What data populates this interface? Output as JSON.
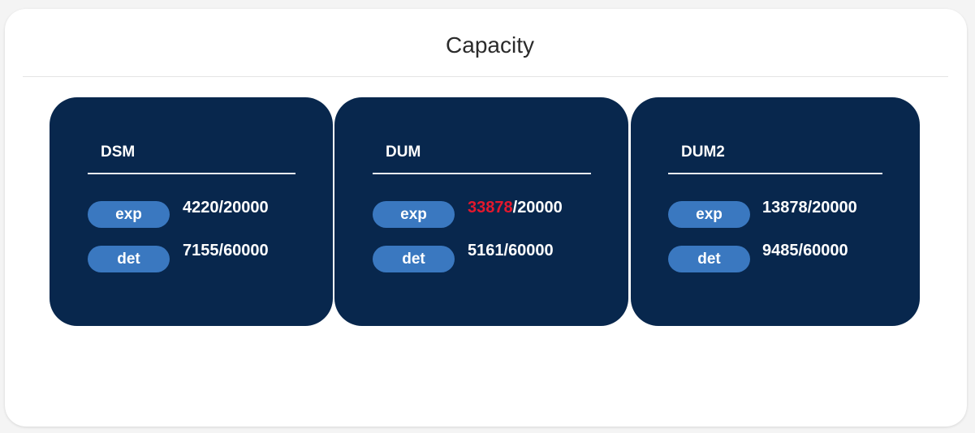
{
  "panel": {
    "title": "Capacity"
  },
  "cards": [
    {
      "name": "DSM",
      "rows": [
        {
          "label": "exp",
          "used": "4220",
          "limit": "20000",
          "used_color": "#ffffff"
        },
        {
          "label": "det",
          "used": "7155",
          "limit": "60000",
          "used_color": "#ffffff"
        }
      ]
    },
    {
      "name": "DUM",
      "rows": [
        {
          "label": "exp",
          "used": "33878",
          "limit": "20000",
          "used_color": "#e3182d"
        },
        {
          "label": "det",
          "used": "5161",
          "limit": "60000",
          "used_color": "#ffffff"
        }
      ]
    },
    {
      "name": "DUM2",
      "rows": [
        {
          "label": "exp",
          "used": "13878",
          "limit": "20000",
          "used_color": "#ffffff"
        },
        {
          "label": "det",
          "used": "9485",
          "limit": "60000",
          "used_color": "#ffffff"
        }
      ]
    }
  ],
  "colors": {
    "card_background": "#08274d",
    "pill_background": "#3a78c0",
    "over_limit": "#e3182d"
  }
}
